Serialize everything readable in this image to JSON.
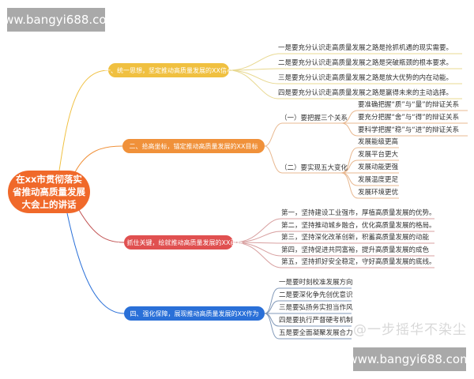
{
  "watermark_top": "www.bangyi688.com",
  "watermark_bottom": "www.bangyi688.com",
  "author_mark": "@一步摇华不染尘",
  "colors": {
    "center": "#f0692a",
    "branch1": "#f0c040",
    "branch2": "#f0913a",
    "branch3": "#e05050",
    "branch4": "#2a70d8"
  },
  "center": {
    "lines": [
      "在xx市贯彻落实",
      "省推动高质量发展",
      "大会上的讲话"
    ]
  },
  "branches": [
    {
      "label": "一、统一思想，坚定推动高质量发展的XX信心",
      "leaves": [
        "一是要充分认识走高质量发展之路是抢抓机遇的现实需要。",
        "二是要充分认识走高质量发展之路是突破瓶颈的根本要求。",
        "三是要充分认识走高质量发展之路是放大优势的内在动能。",
        "四是要充分认识走高质量发展之路是赢得未来的主动选择。"
      ]
    },
    {
      "label": "二、拾高坐标，锚定推动高质量发展的XX目标",
      "subs": [
        {
          "label": "（一）要把握三个关系",
          "leaves": [
            "要准确把握“质”与“量”的辩证关系",
            "要充分把握“舍”与“得”的辩证关系",
            "要科学把握“稳”与“进”的辩证关系"
          ]
        },
        {
          "label": "（二）要实现五大变化",
          "leaves": [
            "发展能级更高",
            "发展平台更大",
            "发展动能更强",
            "发展温度更足",
            "发展环境更优"
          ]
        }
      ]
    },
    {
      "label": "三、抓住关键，绘就推动高质量发展的XX画卷",
      "leaves": [
        "第一，坚持建设工业强市，厚植高质量发展的优势。",
        "第二，坚持推动城乡融合，优化高质量发展的格局。",
        "第三，坚持深化改革创新，积蓄高质量发展的动能",
        "第四，坚持促进共同富裕，提升高质量发展的成色",
        "第五，坚持抓好安全稳定，守好高质量发展的底线。"
      ]
    },
    {
      "label": "四、强化保障，展现推动高质量发展的XX作为",
      "leaves": [
        "一是要时刻校准发展方向",
        "二是要深化争先创优意识",
        "三是要弘扬务实担当作风",
        "四是要执行严督硬考机制",
        "五是要全面凝聚发展合力"
      ]
    }
  ]
}
